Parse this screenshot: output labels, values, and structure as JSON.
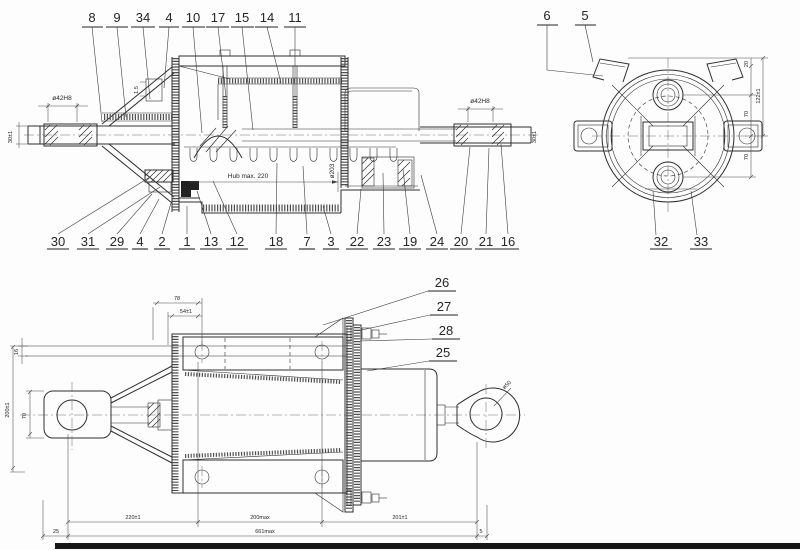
{
  "colors": {
    "ink": "#2e2e2e",
    "background": "#fdfdfd",
    "frame": "#161616"
  },
  "section_view": {
    "top_callouts": [
      "8",
      "9",
      "34",
      "4",
      "10",
      "17",
      "15",
      "14",
      "11"
    ],
    "bottom_callouts": [
      "30",
      "31",
      "29",
      "4",
      "2",
      "1",
      "13",
      "12",
      "18",
      "7",
      "3",
      "22",
      "23",
      "19",
      "24",
      "20",
      "21",
      "16"
    ],
    "dims": {
      "left_bore": "ø42H8",
      "right_bore": "ø42H8",
      "stroke": "Hub max. 220",
      "body_dia": "ø203",
      "left_rod": "30±1",
      "right_rod": "30±1",
      "cone_note": "1.5"
    }
  },
  "end_view": {
    "top_callouts": [
      "6",
      "5"
    ],
    "bottom_callouts": [
      "32",
      "33"
    ],
    "dims": {
      "overall": "122±1",
      "upper": "70",
      "lower": "70",
      "ear": "20"
    }
  },
  "side_view": {
    "right_callouts": [
      "26",
      "27",
      "28",
      "25"
    ],
    "dims": {
      "bracket_78": "78",
      "bracket_54": "54±1",
      "rod_16": "16",
      "eye_70": "70",
      "height_200": "200±1",
      "len_220": "220±1",
      "len_200": "200max",
      "len_201": "201±1",
      "len_total": "661max",
      "end_25": "25",
      "end_5": "5",
      "eye_dia": "ø50"
    }
  }
}
